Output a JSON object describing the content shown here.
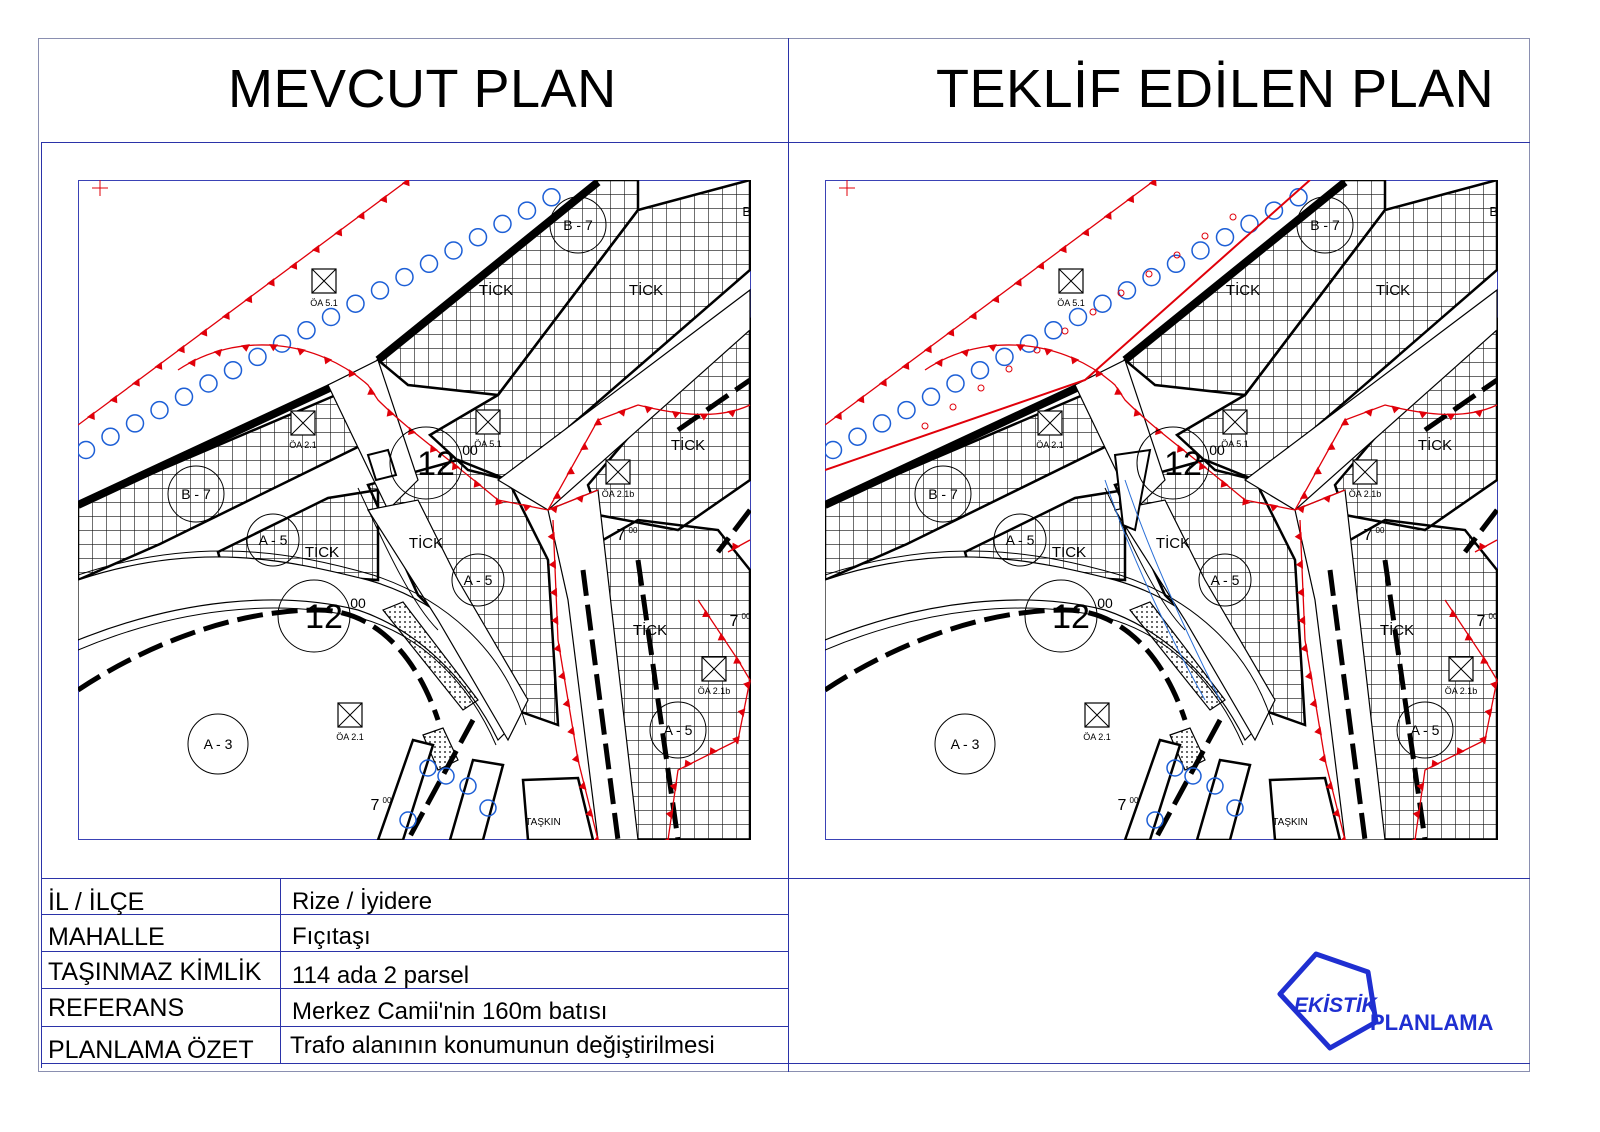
{
  "panels": {
    "left_title": "MEVCUT PLAN",
    "right_title": "TEKLİF EDİLEN PLAN"
  },
  "map_labels": {
    "tick": "TİCK",
    "zone_b7": "B - 7",
    "zone_a5": "A - 5",
    "zone_a3": "A - 3",
    "zone_b": "B",
    "road_12": "12",
    "road_7": "7",
    "sup_00": "00",
    "oa_51": "ÖA 5.1",
    "oa_21": "ÖA 2.1",
    "oa_21b": "ÖA 2.1b",
    "taskin": "TAŞKIN"
  },
  "info": {
    "rows": [
      {
        "label": "İL / İLÇE",
        "value": "Rize / İyidere"
      },
      {
        "label": "MAHALLE",
        "value": "Fıçıtaşı"
      },
      {
        "label": "TAŞINMAZ KİMLİK",
        "value": "114 ada 2 parsel"
      },
      {
        "label": "REFERANS",
        "value": "Merkez Camii'nin 160m batısı"
      },
      {
        "label": "PLANLAMA ÖZET",
        "value": "Trafo alanının konumunun değiştirilmesi"
      }
    ]
  },
  "logo": {
    "line1": "EKİSTİK",
    "line2": "PLANLAMA"
  },
  "colors": {
    "frame_line": "#2b33a8",
    "logo_blue": "#1f2fd1",
    "red_boundary": "#e0000a",
    "tree_blue": "#1d5fd6"
  }
}
